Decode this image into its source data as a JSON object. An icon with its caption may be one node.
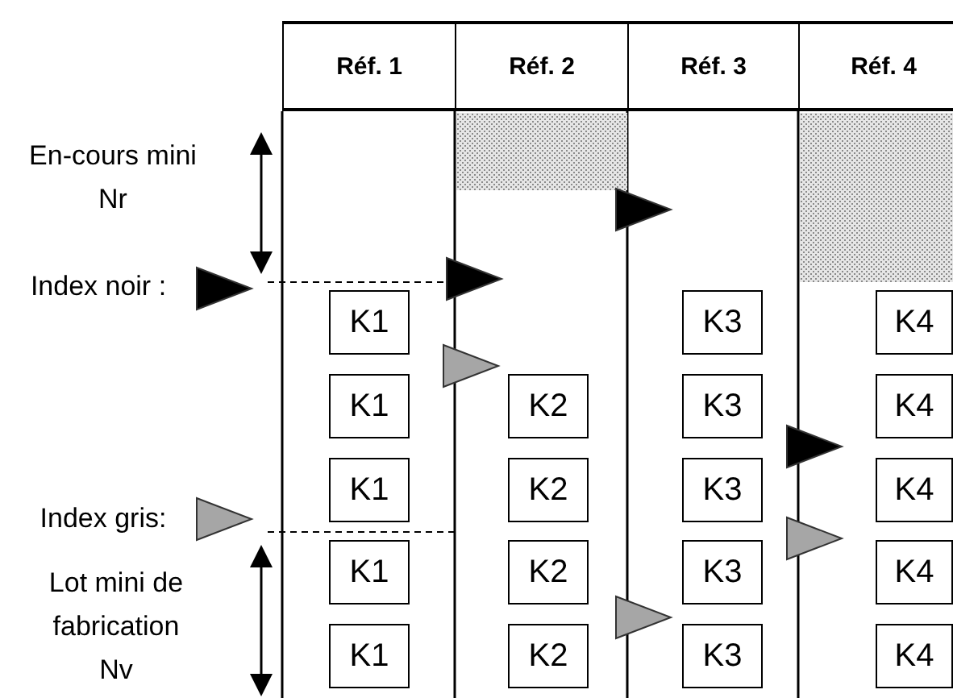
{
  "diagram": {
    "nodes": [
      {
        "text": [
          "K1"
        ]
      },
      {
        "text": [
          "K3"
        ]
      },
      {
        "text": [
          "K4"
        ]
      },
      {
        "text": [
          "K1"
        ]
      },
      {
        "text": [
          "K2"
        ]
      },
      {
        "text": [
          "K3"
        ]
      },
      {
        "text": [
          "K4"
        ]
      },
      {
        "text": [
          "K1"
        ]
      },
      {
        "text": [
          "K2"
        ]
      },
      {
        "text": [
          "K3"
        ]
      },
      {
        "text": [
          "K4"
        ]
      },
      {
        "text": [
          "K1"
        ]
      },
      {
        "text": [
          "K2"
        ]
      },
      {
        "text": [
          "K3"
        ]
      },
      {
        "text": [
          "K4"
        ]
      },
      {
        "text": [
          "K1"
        ]
      },
      {
        "text": [
          "K2"
        ]
      },
      {
        "text": [
          "K3"
        ]
      },
      {
        "text": [
          "K4"
        ]
      }
    ],
    "labels": [
      "Réf. 1",
      "Réf. 2",
      "Réf. 3",
      "Réf. 4",
      "En-cours mini Nr",
      "Index noir :",
      "Index gris:",
      "Lot mini de fabrication Nv"
    ]
  }
}
